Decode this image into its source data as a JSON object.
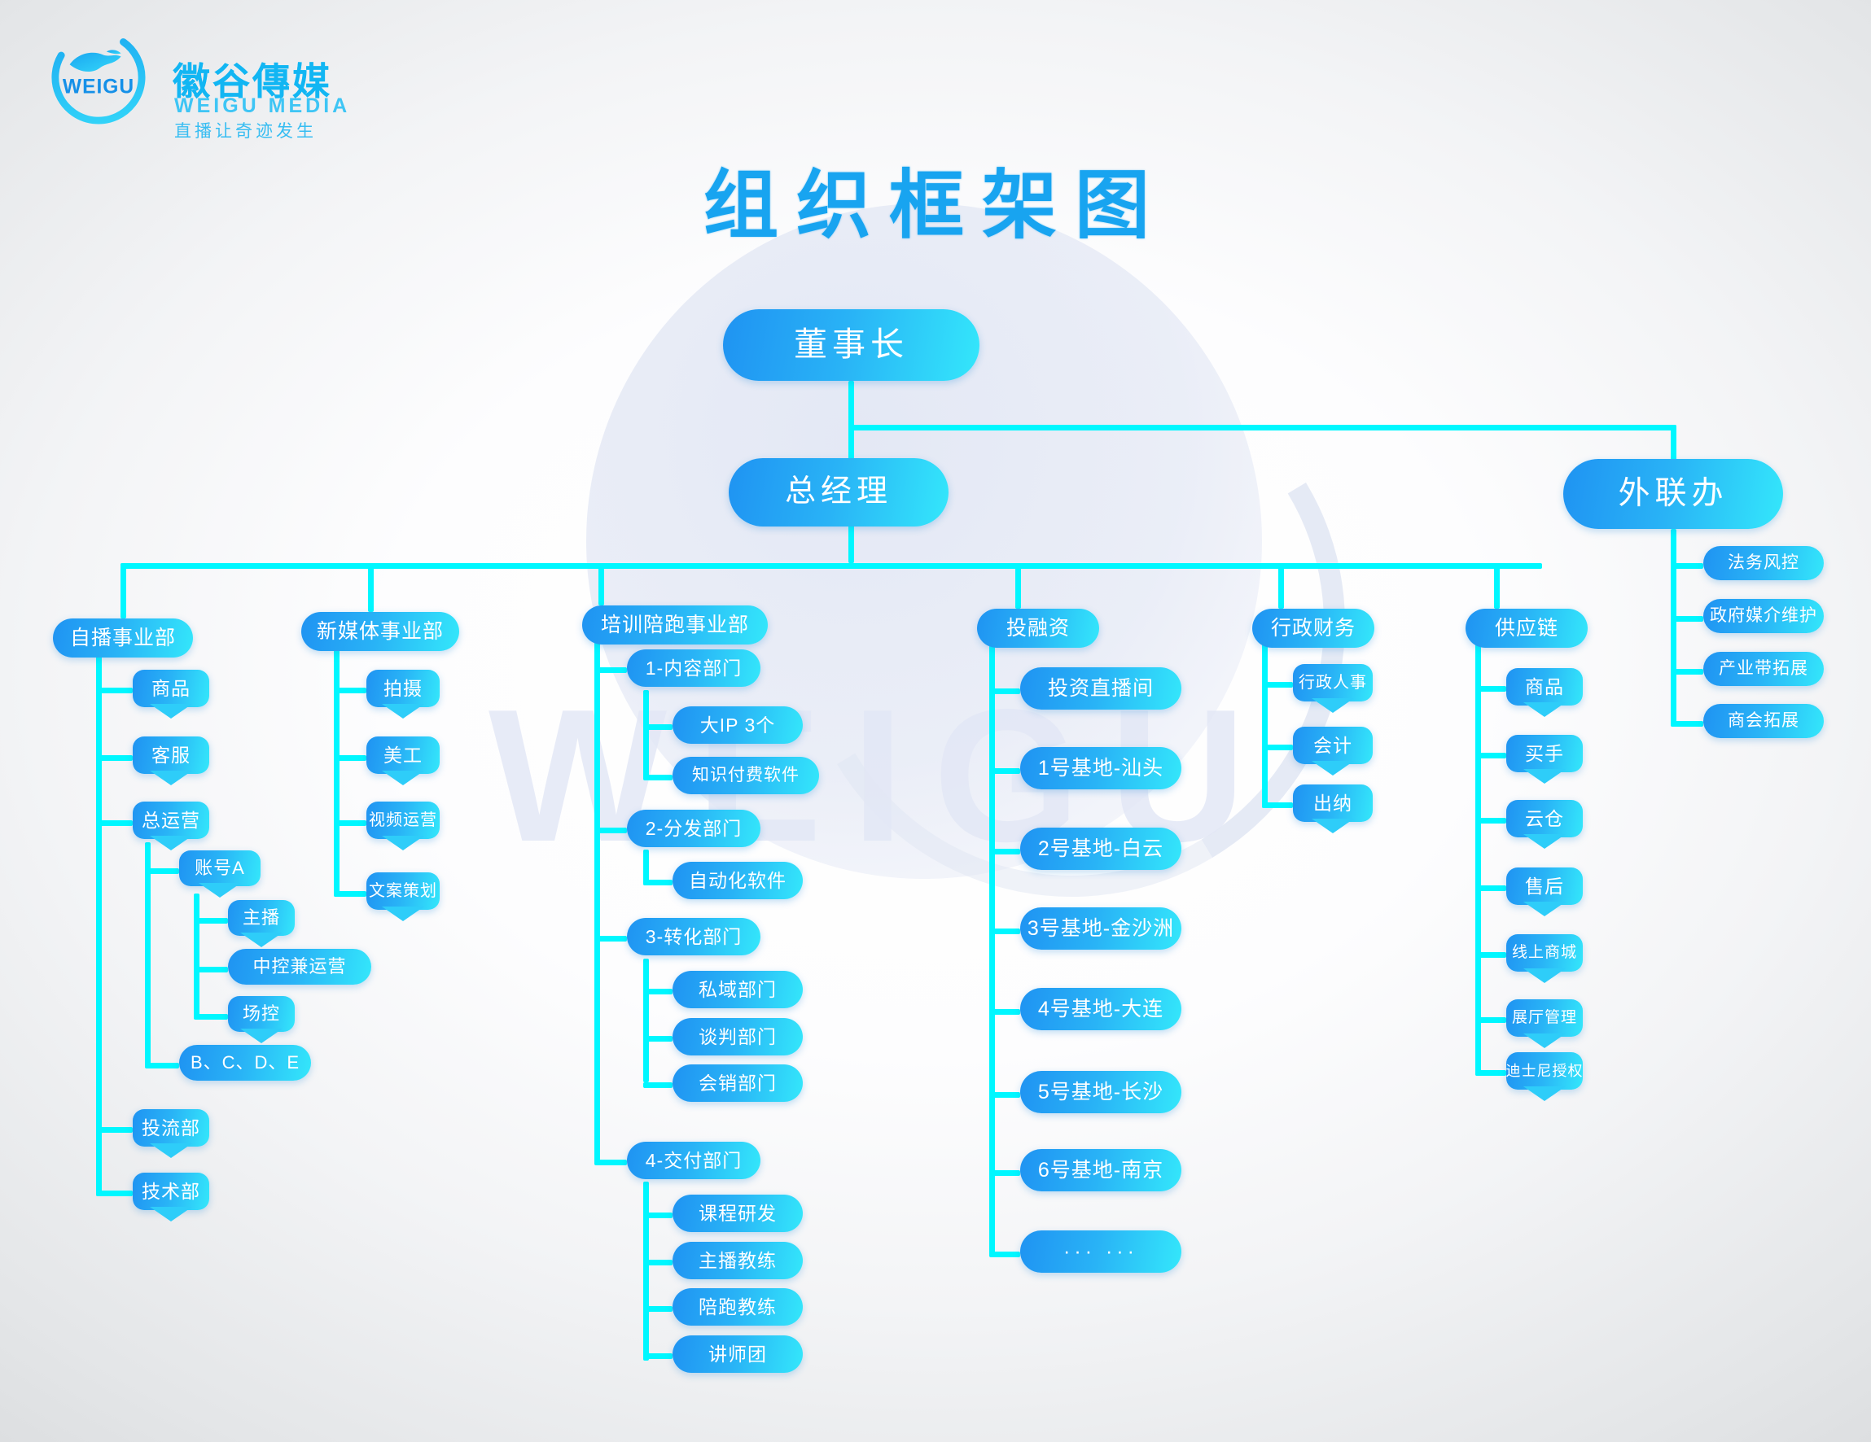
{
  "brand": {
    "logo_icon": "globe-weigu-icon",
    "wordmark_cn": "徽谷傳媒",
    "wordmark_en": "WEIGU MEDIA",
    "slogan": "直播让奇迹发生",
    "watermark": "WEIGU"
  },
  "page": {
    "title": "组织框架图"
  },
  "colors": {
    "line": "#00F7FF",
    "node_gradient_start": "#1F93F2",
    "node_gradient_end": "#34E7FB",
    "title": "#18A4F0",
    "background": "#F2F3F5"
  },
  "chart_data": {
    "type": "diagram",
    "title": "组织框架图",
    "root": "董事长",
    "nodes": [
      {
        "id": "chairman",
        "label": "董事长",
        "level": 0,
        "parent": null
      },
      {
        "id": "gm",
        "label": "总经理",
        "level": 1,
        "parent": "chairman"
      },
      {
        "id": "ext",
        "label": "外联办",
        "level": 1,
        "parent": "chairman"
      },
      {
        "id": "selfbroadcast",
        "label": "自播事业部",
        "level": 2,
        "parent": "gm"
      },
      {
        "id": "newmedia",
        "label": "新媒体事业部",
        "level": 2,
        "parent": "gm"
      },
      {
        "id": "training",
        "label": "培训陪跑事业部",
        "level": 2,
        "parent": "gm"
      },
      {
        "id": "invest",
        "label": "投融资",
        "level": 2,
        "parent": "gm"
      },
      {
        "id": "adminfin",
        "label": "行政财务",
        "level": 2,
        "parent": "gm"
      },
      {
        "id": "supply",
        "label": "供应链",
        "level": 2,
        "parent": "gm"
      },
      {
        "id": "sb1",
        "label": "商品",
        "level": 3,
        "parent": "selfbroadcast"
      },
      {
        "id": "sb2",
        "label": "客服",
        "level": 3,
        "parent": "selfbroadcast"
      },
      {
        "id": "sb3",
        "label": "总运营",
        "level": 3,
        "parent": "selfbroadcast"
      },
      {
        "id": "sb3a",
        "label": "账号A",
        "level": 4,
        "parent": "sb3"
      },
      {
        "id": "sb3a1",
        "label": "主播",
        "level": 5,
        "parent": "sb3a"
      },
      {
        "id": "sb3a2",
        "label": "中控兼运营",
        "level": 5,
        "parent": "sb3a"
      },
      {
        "id": "sb3a3",
        "label": "场控",
        "level": 5,
        "parent": "sb3a"
      },
      {
        "id": "sb3b",
        "label": "B、C、D、E",
        "level": 4,
        "parent": "sb3"
      },
      {
        "id": "sb4",
        "label": "投流部",
        "level": 3,
        "parent": "selfbroadcast"
      },
      {
        "id": "sb5",
        "label": "技术部",
        "level": 3,
        "parent": "selfbroadcast"
      },
      {
        "id": "nm1",
        "label": "拍摄",
        "level": 3,
        "parent": "newmedia"
      },
      {
        "id": "nm2",
        "label": "美工",
        "level": 3,
        "parent": "newmedia"
      },
      {
        "id": "nm3",
        "label": "视频运营",
        "level": 3,
        "parent": "newmedia"
      },
      {
        "id": "nm4",
        "label": "文案策划",
        "level": 3,
        "parent": "newmedia"
      },
      {
        "id": "tr1",
        "label": "1-内容部门",
        "level": 3,
        "parent": "training"
      },
      {
        "id": "tr1a",
        "label": "大IP 3个",
        "level": 4,
        "parent": "tr1"
      },
      {
        "id": "tr1b",
        "label": "知识付费软件",
        "level": 4,
        "parent": "tr1"
      },
      {
        "id": "tr2",
        "label": "2-分发部门",
        "level": 3,
        "parent": "training"
      },
      {
        "id": "tr2a",
        "label": "自动化软件",
        "level": 4,
        "parent": "tr2"
      },
      {
        "id": "tr3",
        "label": "3-转化部门",
        "level": 3,
        "parent": "training"
      },
      {
        "id": "tr3a",
        "label": "私域部门",
        "level": 4,
        "parent": "tr3"
      },
      {
        "id": "tr3b",
        "label": "谈判部门",
        "level": 4,
        "parent": "tr3"
      },
      {
        "id": "tr3c",
        "label": "会销部门",
        "level": 4,
        "parent": "tr3"
      },
      {
        "id": "tr4",
        "label": "4-交付部门",
        "level": 3,
        "parent": "training"
      },
      {
        "id": "tr4a",
        "label": "课程研发",
        "level": 4,
        "parent": "tr4"
      },
      {
        "id": "tr4b",
        "label": "主播教练",
        "level": 4,
        "parent": "tr4"
      },
      {
        "id": "tr4c",
        "label": "陪跑教练",
        "level": 4,
        "parent": "tr4"
      },
      {
        "id": "tr4d",
        "label": "讲师团",
        "level": 4,
        "parent": "tr4"
      },
      {
        "id": "iv1",
        "label": "投资直播间",
        "level": 3,
        "parent": "invest"
      },
      {
        "id": "iv2",
        "label": "1号基地-汕头",
        "level": 3,
        "parent": "invest"
      },
      {
        "id": "iv3",
        "label": "2号基地-白云",
        "level": 3,
        "parent": "invest"
      },
      {
        "id": "iv4",
        "label": "3号基地-金沙洲",
        "level": 3,
        "parent": "invest"
      },
      {
        "id": "iv5",
        "label": "4号基地-大连",
        "level": 3,
        "parent": "invest"
      },
      {
        "id": "iv6",
        "label": "5号基地-长沙",
        "level": 3,
        "parent": "invest"
      },
      {
        "id": "iv7",
        "label": "6号基地-南京",
        "level": 3,
        "parent": "invest"
      },
      {
        "id": "iv8",
        "label": "··· ···",
        "level": 3,
        "parent": "invest"
      },
      {
        "id": "af1",
        "label": "行政人事",
        "level": 3,
        "parent": "adminfin"
      },
      {
        "id": "af2",
        "label": "会计",
        "level": 3,
        "parent": "adminfin"
      },
      {
        "id": "af3",
        "label": "出纳",
        "level": 3,
        "parent": "adminfin"
      },
      {
        "id": "sp1",
        "label": "商品",
        "level": 3,
        "parent": "supply"
      },
      {
        "id": "sp2",
        "label": "买手",
        "level": 3,
        "parent": "supply"
      },
      {
        "id": "sp3",
        "label": "云仓",
        "level": 3,
        "parent": "supply"
      },
      {
        "id": "sp4",
        "label": "售后",
        "level": 3,
        "parent": "supply"
      },
      {
        "id": "sp5",
        "label": "线上商城",
        "level": 3,
        "parent": "supply"
      },
      {
        "id": "sp6",
        "label": "展厅管理",
        "level": 3,
        "parent": "supply"
      },
      {
        "id": "sp7",
        "label": "迪士尼授权",
        "level": 3,
        "parent": "supply"
      },
      {
        "id": "ex1",
        "label": "法务风控",
        "level": 2,
        "parent": "ext"
      },
      {
        "id": "ex2",
        "label": "政府媒介维护",
        "level": 2,
        "parent": "ext"
      },
      {
        "id": "ex3",
        "label": "产业带拓展",
        "level": 2,
        "parent": "ext"
      },
      {
        "id": "ex4",
        "label": "商会拓展",
        "level": 2,
        "parent": "ext"
      }
    ]
  },
  "tree": {
    "chairman": "董事长",
    "gm": "总经理",
    "ext": "外联办",
    "col_selfbroadcast": {
      "head": "自播事业部",
      "items": [
        "商品",
        "客服",
        "总运营",
        "投流部",
        "技术部"
      ],
      "account_a": "账号A",
      "account_a_children": [
        "主播",
        "中控兼运营",
        "场控"
      ],
      "account_others": "B、C、D、E"
    },
    "col_newmedia": {
      "head": "新媒体事业部",
      "items": [
        "拍摄",
        "美工",
        "视频运营",
        "文案策划"
      ]
    },
    "col_training": {
      "head": "培训陪跑事业部",
      "d1": "1-内容部门",
      "d1_children": [
        "大IP  3个",
        "知识付费软件"
      ],
      "d2": "2-分发部门",
      "d2_children": [
        "自动化软件"
      ],
      "d3": "3-转化部门",
      "d3_children": [
        "私域部门",
        "谈判部门",
        "会销部门"
      ],
      "d4": "4-交付部门",
      "d4_children": [
        "课程研发",
        "主播教练",
        "陪跑教练",
        "讲师团"
      ]
    },
    "col_invest": {
      "head": "投融资",
      "items": [
        "投资直播间",
        "1号基地-汕头",
        "2号基地-白云",
        "3号基地-金沙洲",
        "4号基地-大连",
        "5号基地-长沙",
        "6号基地-南京",
        "··· ···"
      ]
    },
    "col_adminfin": {
      "head": "行政财务",
      "items": [
        "行政人事",
        "会计",
        "出纳"
      ]
    },
    "col_supply": {
      "head": "供应链",
      "items": [
        "商品",
        "买手",
        "云仓",
        "售后",
        "线上商城",
        "展厅管理",
        "迪士尼授权"
      ]
    },
    "col_ext": {
      "head": "外联办",
      "items": [
        "法务风控",
        "政府媒介维护",
        "产业带拓展",
        "商会拓展"
      ]
    }
  }
}
